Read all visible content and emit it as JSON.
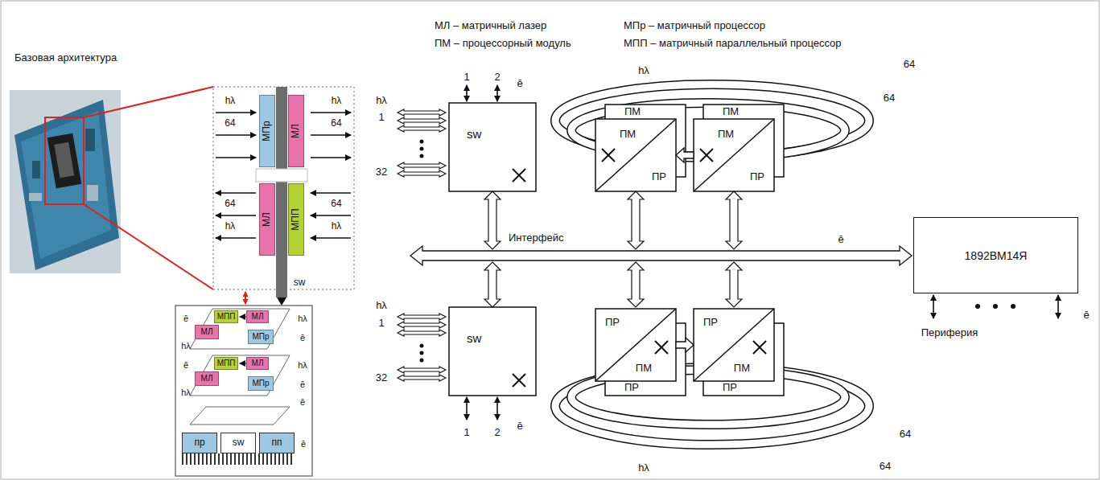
{
  "diagram": {
    "nodes": [
      {
        "text": [
          "МПр"
        ]
      },
      {
        "text": [
          "МЛ"
        ]
      },
      {
        "text": [
          "МЛ"
        ]
      },
      {
        "text": [
          "МПП"
        ]
      },
      {
        "text": [
          "МПП"
        ]
      },
      {
        "text": [
          "МЛ"
        ]
      },
      {
        "text": [
          "МЛ"
        ]
      },
      {
        "text": [
          "МПр"
        ]
      },
      {
        "text": [
          "МПП"
        ]
      },
      {
        "text": [
          "МЛ"
        ]
      },
      {
        "text": [
          "МЛ"
        ]
      },
      {
        "text": [
          "МПр"
        ]
      },
      {
        "text": [
          "пр"
        ]
      },
      {
        "text": [
          "sw"
        ]
      },
      {
        "text": [
          "пп"
        ]
      },
      {
        "text": [
          "sw"
        ]
      },
      {
        "text": [
          "ПМ"
        ]
      },
      {
        "text": [
          "ПМ",
          "ПР"
        ]
      },
      {
        "text": [
          "ПМ"
        ]
      },
      {
        "text": [
          "ПМ",
          "ПР"
        ]
      },
      {
        "text": [
          "1892ВМ14Я"
        ]
      },
      {
        "text": [
          "sw"
        ]
      },
      {
        "text": [
          "ПР",
          "ПМ"
        ]
      },
      {
        "text": [
          "ПР"
        ]
      },
      {
        "text": [
          "ПР",
          "ПМ"
        ]
      },
      {
        "text": [
          "ПР"
        ]
      }
    ],
    "edges": [
      {
        "from": 19,
        "to": 17,
        "arrow": "to"
      },
      {
        "from": 22,
        "to": 24,
        "arrow": "to"
      }
    ],
    "labels": [
      "МЛ – матричный лазер",
      "ПМ – процессорный модуль",
      "МПр – матричный процессор",
      "МПП – матричный параллельный процессор",
      "Базовая архитектура",
      "hλ",
      "64",
      "hλ",
      "64",
      "64",
      "hλ",
      "64",
      "hλ",
      "sw",
      "ē",
      "hλ",
      "hλ",
      "ē",
      "ē",
      "hλ",
      "hλ",
      "ē",
      "ē",
      "ē",
      "hλ",
      "64",
      "64",
      "1",
      "2",
      "ē",
      "hλ",
      "1",
      "32",
      "Интерфейс",
      "ē",
      "hλ",
      "1",
      "32",
      "1",
      "2",
      "ē",
      "ē",
      "Периферия",
      "64",
      "64",
      "hλ"
    ]
  }
}
